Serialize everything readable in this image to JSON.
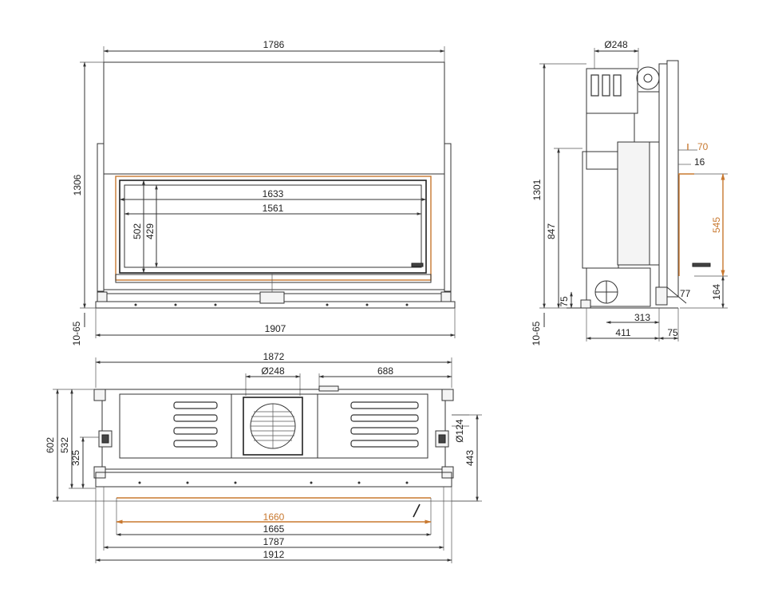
{
  "colors": {
    "line": "#333333",
    "accent": "#c8782f"
  },
  "front": {
    "top_width": "1786",
    "total_height": "1306",
    "glass_outer_width": "1633",
    "glass_inner_width": "1561",
    "glass_outer_height": "502",
    "glass_inner_height": "429",
    "leg_adjust": "10-65",
    "base_width": "1907"
  },
  "side": {
    "flue_diameter": "Ø248",
    "total_height": "1301",
    "height_847": "847",
    "height_75": "75",
    "leg_adjust": "10-65",
    "dim_70": "70",
    "dim_16": "16",
    "dim_545": "545",
    "dim_164": "164",
    "dim_77": "77",
    "dim_313": "313",
    "dim_411": "411",
    "dim_75_bottom": "75"
  },
  "top": {
    "overall_width": "1872",
    "flue_diameter": "Ø248",
    "flue_offset": "688",
    "depth_602": "602",
    "depth_532": "532",
    "depth_325": "325",
    "depth_443": "443",
    "air_inlet": "Ø124",
    "width_1660": "1660",
    "width_1665": "1665",
    "width_1787": "1787",
    "width_1912": "1912"
  }
}
